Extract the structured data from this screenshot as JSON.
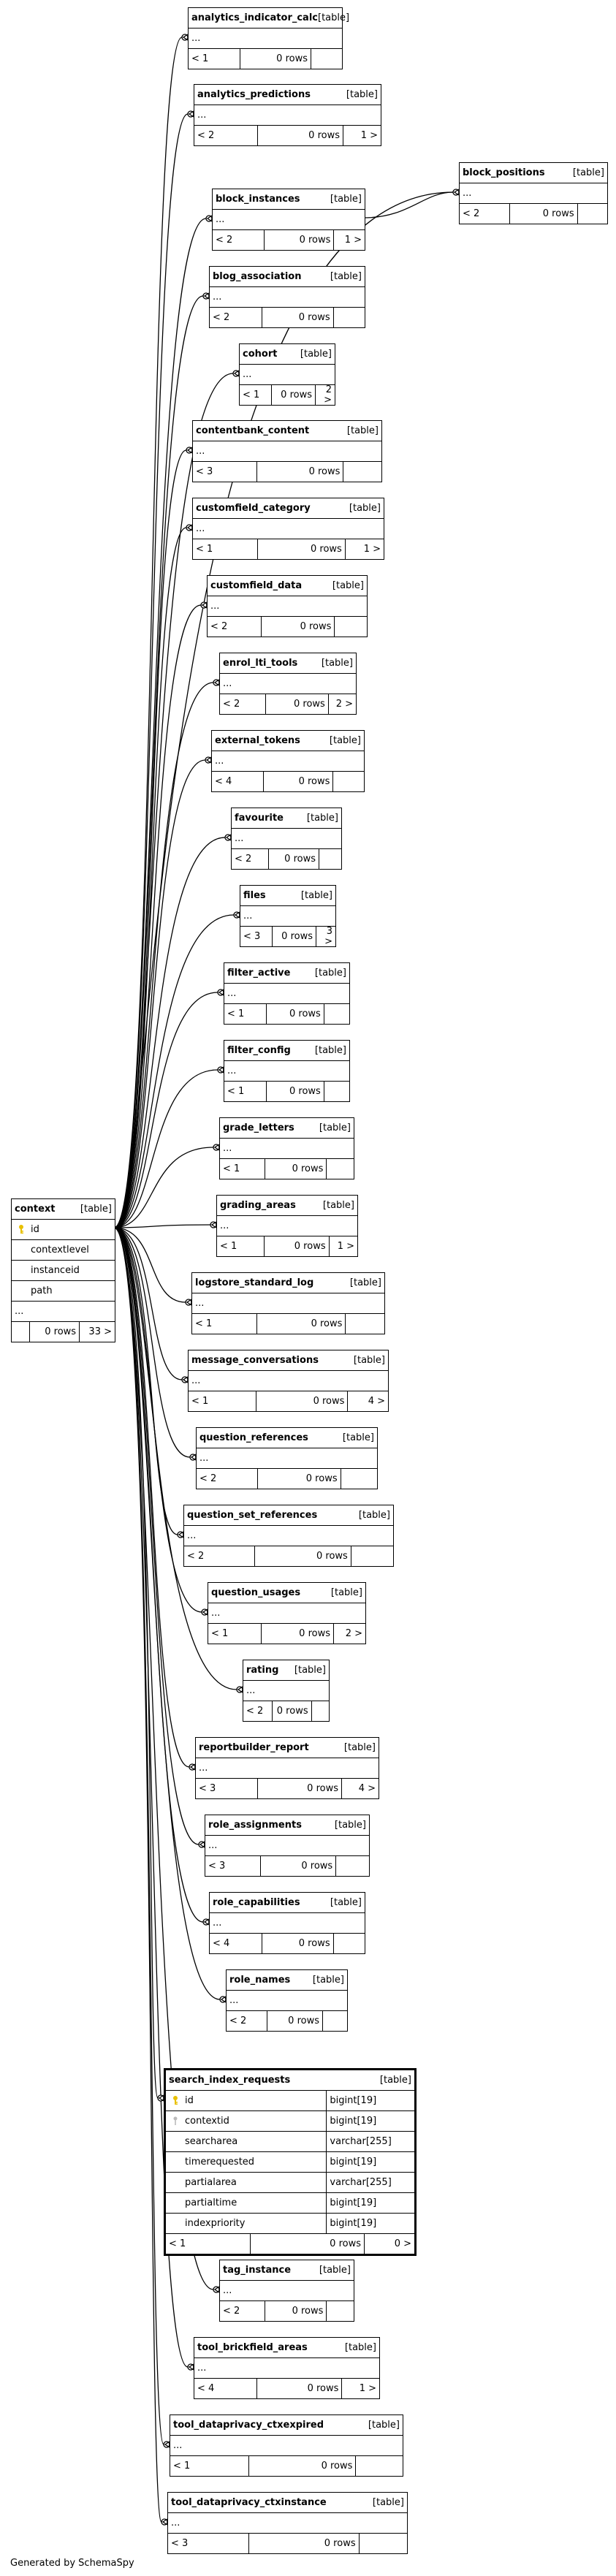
{
  "tag_label": "[table]",
  "ellipsis": "...",
  "context": {
    "name": "context",
    "columns": [
      "id",
      "contextlevel",
      "instanceid",
      "path"
    ],
    "rows": "0 rows",
    "children": "33 >"
  },
  "search_index_requests": {
    "name": "search_index_requests",
    "columns": [
      {
        "name": "id",
        "type": "bigint[19]"
      },
      {
        "name": "contextid",
        "type": "bigint[19]"
      },
      {
        "name": "searcharea",
        "type": "varchar[255]"
      },
      {
        "name": "timerequested",
        "type": "bigint[19]"
      },
      {
        "name": "partialarea",
        "type": "varchar[255]"
      },
      {
        "name": "partialtime",
        "type": "bigint[19]"
      },
      {
        "name": "indexpriority",
        "type": "bigint[19]"
      }
    ],
    "parents": "< 1",
    "rows": "0 rows",
    "children": "0 >"
  },
  "tables": [
    {
      "name": "analytics_indicator_calc",
      "parents": "< 1",
      "rows": "0 rows",
      "children": ""
    },
    {
      "name": "analytics_predictions",
      "parents": "< 2",
      "rows": "0 rows",
      "children": "1 >"
    },
    {
      "name": "block_positions",
      "parents": "< 2",
      "rows": "0 rows",
      "children": ""
    },
    {
      "name": "block_instances",
      "parents": "< 2",
      "rows": "0 rows",
      "children": "1 >"
    },
    {
      "name": "blog_association",
      "parents": "< 2",
      "rows": "0 rows",
      "children": ""
    },
    {
      "name": "cohort",
      "parents": "< 1",
      "rows": "0 rows",
      "children": "2 >"
    },
    {
      "name": "contentbank_content",
      "parents": "< 3",
      "rows": "0 rows",
      "children": ""
    },
    {
      "name": "customfield_category",
      "parents": "< 1",
      "rows": "0 rows",
      "children": "1 >"
    },
    {
      "name": "customfield_data",
      "parents": "< 2",
      "rows": "0 rows",
      "children": ""
    },
    {
      "name": "enrol_lti_tools",
      "parents": "< 2",
      "rows": "0 rows",
      "children": "2 >"
    },
    {
      "name": "external_tokens",
      "parents": "< 4",
      "rows": "0 rows",
      "children": ""
    },
    {
      "name": "favourite",
      "parents": "< 2",
      "rows": "0 rows",
      "children": ""
    },
    {
      "name": "files",
      "parents": "< 3",
      "rows": "0 rows",
      "children": "3 >"
    },
    {
      "name": "filter_active",
      "parents": "< 1",
      "rows": "0 rows",
      "children": ""
    },
    {
      "name": "filter_config",
      "parents": "< 1",
      "rows": "0 rows",
      "children": ""
    },
    {
      "name": "grade_letters",
      "parents": "< 1",
      "rows": "0 rows",
      "children": ""
    },
    {
      "name": "grading_areas",
      "parents": "< 1",
      "rows": "0 rows",
      "children": "1 >"
    },
    {
      "name": "logstore_standard_log",
      "parents": "< 1",
      "rows": "0 rows",
      "children": ""
    },
    {
      "name": "message_conversations",
      "parents": "< 1",
      "rows": "0 rows",
      "children": "4 >"
    },
    {
      "name": "question_references",
      "parents": "< 2",
      "rows": "0 rows",
      "children": ""
    },
    {
      "name": "question_set_references",
      "parents": "< 2",
      "rows": "0 rows",
      "children": ""
    },
    {
      "name": "question_usages",
      "parents": "< 1",
      "rows": "0 rows",
      "children": "2 >"
    },
    {
      "name": "rating",
      "parents": "< 2",
      "rows": "0 rows",
      "children": ""
    },
    {
      "name": "reportbuilder_report",
      "parents": "< 3",
      "rows": "0 rows",
      "children": "4 >"
    },
    {
      "name": "role_assignments",
      "parents": "< 3",
      "rows": "0 rows",
      "children": ""
    },
    {
      "name": "role_capabilities",
      "parents": "< 4",
      "rows": "0 rows",
      "children": ""
    },
    {
      "name": "role_names",
      "parents": "< 2",
      "rows": "0 rows",
      "children": ""
    },
    {
      "name": "tag_instance",
      "parents": "< 2",
      "rows": "0 rows",
      "children": ""
    },
    {
      "name": "tool_brickfield_areas",
      "parents": "< 4",
      "rows": "0 rows",
      "children": "1 >"
    },
    {
      "name": "tool_dataprivacy_ctxexpired",
      "parents": "< 1",
      "rows": "0 rows",
      "children": ""
    },
    {
      "name": "tool_dataprivacy_ctxinstance",
      "parents": "< 3",
      "rows": "0 rows",
      "children": ""
    }
  ],
  "footer": "Generated by SchemaSpy",
  "colors": {
    "primary_key_icon": "#e8c000",
    "foreign_key_icon": "#bbbbbb",
    "border": "#000000"
  }
}
